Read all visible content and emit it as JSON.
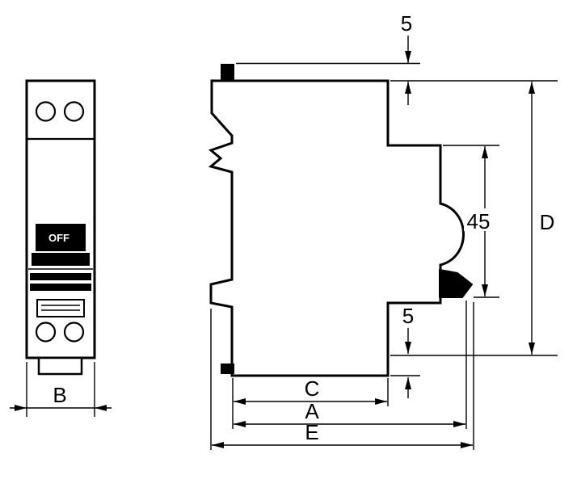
{
  "colors": {
    "ink": "#000000",
    "background": "#ffffff"
  },
  "front_view": {
    "switch_label": "OFF",
    "dimension_width": "B"
  },
  "side_view": {
    "dimension_top_offset": "5",
    "dimension_front_height": "45",
    "dimension_total_height": "D",
    "dimension_bottom_offset": "5",
    "dimension_front_depth": "C",
    "dimension_body_depth": "A",
    "dimension_total_depth": "E"
  }
}
